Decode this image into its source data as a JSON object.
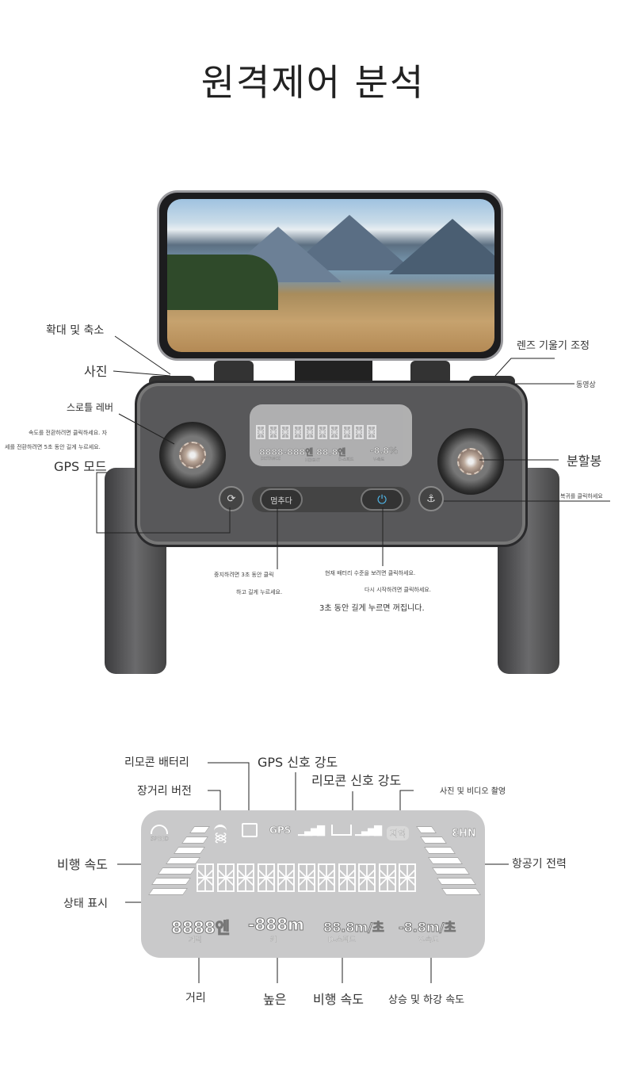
{
  "title": "원격제어 분석",
  "controller_labels": {
    "zoom": "확대 및 축소",
    "photo": "사진",
    "throttle": "스로틀 레버",
    "speed_switch_1": "속도를 전환하려면 클릭하세요. 자",
    "speed_switch_2": "세를 전환하려면 5초 동안 길게 누르세요.",
    "gps_mode": "GPS 모드",
    "lens_tilt": "렌즈 기울기 조정",
    "video": "동영상",
    "split_stick": "분할봉",
    "return_home": "복귀를 클릭하세요",
    "stop_1": "중지하려면 3초 동안 클릭",
    "stop_2": "하고 길게 누르세요.",
    "power_1": "현재 배터리 수준을 보려면 클릭하세요.",
    "power_2": "다시 시작하려면 클릭하세요.",
    "power_3": "3초 동안 길게 누르면 꺼집니다."
  },
  "controller": {
    "stop_button": "멈추다",
    "small_lcd": {
      "distance": "8888-888엔",
      "speed": "88.8엔",
      "vspeed": "-8.8%",
      "distance_label": "DISTANCE",
      "height_label": "HEIGHT",
      "dspeed_label": "D-스피드",
      "vspeed_label": "V-속도"
    }
  },
  "lcd_labels": {
    "rc_battery": "리모콘 배터리",
    "gps_signal": "GPS 신호 강도",
    "long_range": "장거리 버전",
    "rc_signal": "리모콘 신호 강도",
    "photo_video": "사진 및 비디오 촬영",
    "flight_speed_left": "비행 속도",
    "aircraft_power": "항공기 전력",
    "status_display": "상태 표시",
    "distance": "거리",
    "height": "높은",
    "flight_speed": "비행 속도",
    "vertical_speed": "상승 및 하강 속도"
  },
  "lcd": {
    "speed_icon": "SPEED",
    "gps": "GPS",
    "rec": "지역",
    "aircraft_batt": "ƐHN",
    "distance_value": "8888엔",
    "distance_label": "거리",
    "height_value": "-888m",
    "height_label": "키",
    "dspeed_value": "88.8m/초",
    "dspeed_label": "D-스피드",
    "vspeed_value": "-8.8m/초",
    "vspeed_label": "V-속도"
  }
}
